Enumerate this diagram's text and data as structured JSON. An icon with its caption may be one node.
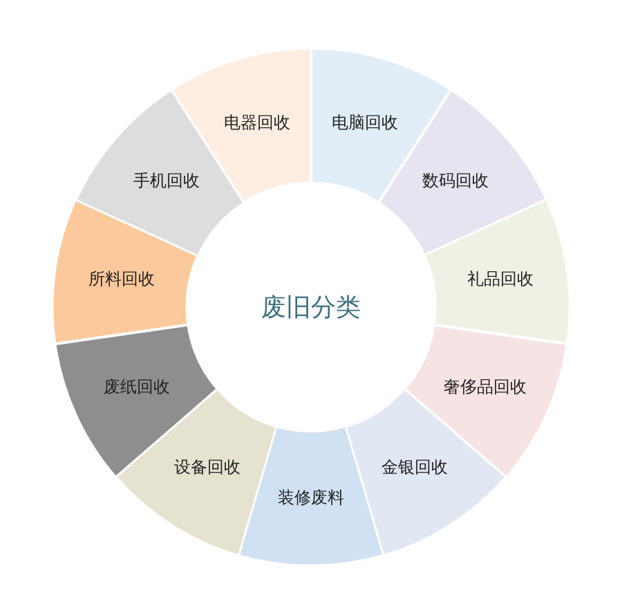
{
  "diagram": {
    "nodes": [
      {
        "text": [
          "废旧分类"
        ]
      },
      {
        "text": [
          "电脑回收"
        ]
      },
      {
        "text": [
          "数码回收"
        ]
      },
      {
        "text": [
          "礼品回收"
        ]
      },
      {
        "text": [
          "奢侈品回收"
        ]
      },
      {
        "text": [
          "金银回收"
        ]
      },
      {
        "text": [
          "装修废料"
        ]
      },
      {
        "text": [
          "设备回收"
        ]
      },
      {
        "text": [
          "废纸回收"
        ]
      },
      {
        "text": [
          "所料回收"
        ]
      },
      {
        "text": [
          "手机回收"
        ]
      },
      {
        "text": [
          "电器回收"
        ]
      }
    ]
  }
}
